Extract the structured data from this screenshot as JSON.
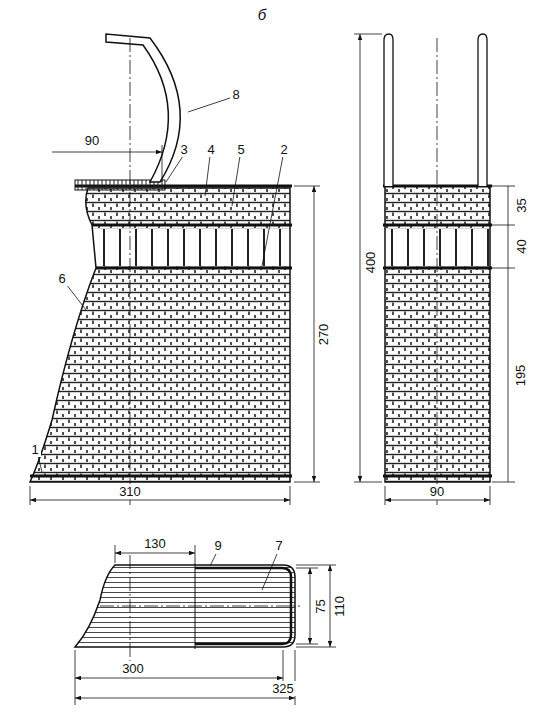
{
  "diagram": {
    "labels": [
      "б",
      "90",
      "8",
      "3",
      "4",
      "5",
      "2",
      "270",
      "6",
      "1",
      "310",
      "400",
      "35",
      "40",
      "195",
      "90",
      "130",
      "9",
      "7",
      "75",
      "110",
      "300",
      "325"
    ]
  }
}
